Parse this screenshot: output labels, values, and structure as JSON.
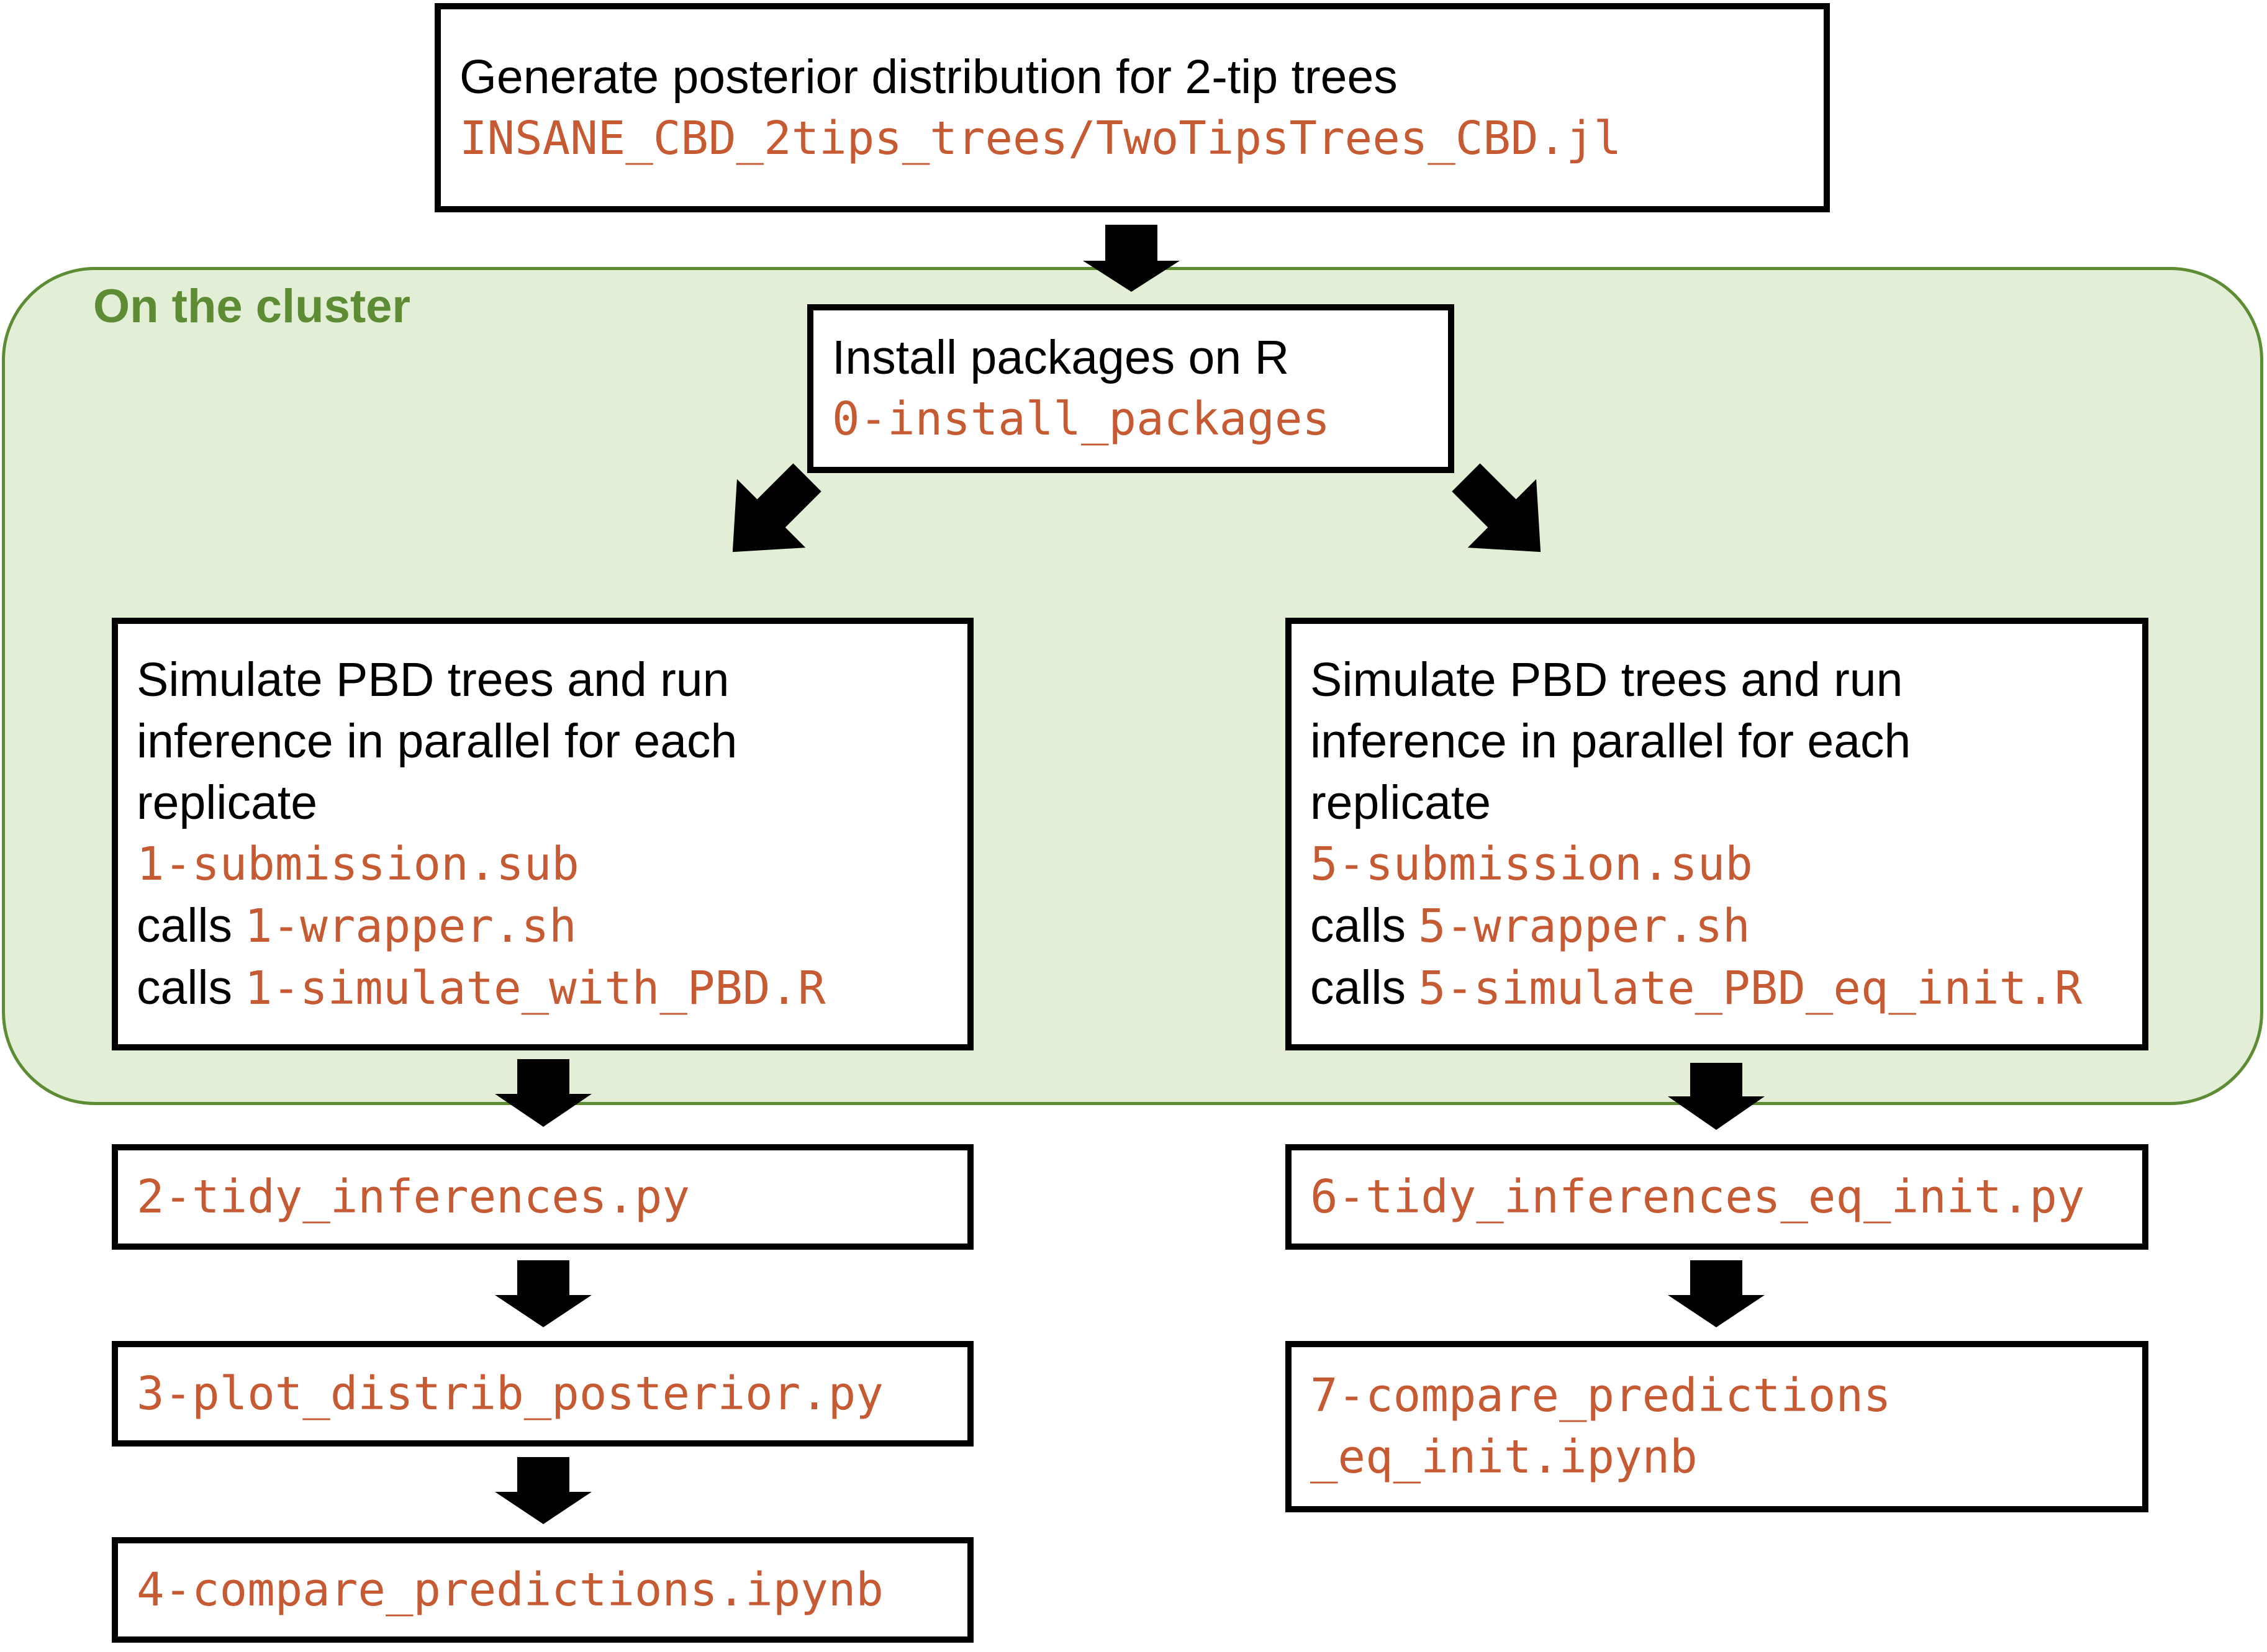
{
  "cluster": {
    "label": "On the cluster",
    "fill_color": "#e3eed6",
    "border_color": "#5e8c34"
  },
  "colors": {
    "code_text": "#c55a33",
    "box_border": "#000000",
    "arrow": "#000000"
  },
  "steps": {
    "posterior": {
      "description": "Generate posterior distribution for 2-tip trees",
      "script": "INSANE_CBD_2tips_trees/TwoTipsTrees_CBD.jl"
    },
    "install": {
      "description": "Install packages on R",
      "script": "0-install_packages"
    },
    "simulate_left": {
      "description_lines": [
        "Simulate PBD trees and run",
        "inference in parallel for each",
        "replicate"
      ],
      "script": "1-submission.sub",
      "calls_word": "calls",
      "call_1": "1-wrapper.sh",
      "call_2": "1-simulate_with_PBD.R"
    },
    "simulate_right": {
      "description_lines": [
        "Simulate PBD trees and run",
        "inference in parallel for each",
        "replicate"
      ],
      "script": "5-submission.sub",
      "calls_word": "calls",
      "call_1": "5-wrapper.sh",
      "call_2": "5-simulate_PBD_eq_init.R"
    },
    "tidy_left": {
      "script": "2-tidy_inferences.py"
    },
    "plot_left": {
      "script": "3-plot_distrib_posterior.py"
    },
    "compare_left": {
      "script": "4-compare_predictions.ipynb"
    },
    "tidy_right": {
      "script": "6-tidy_inferences_eq_init.py"
    },
    "compare_right": {
      "script_lines": [
        "7-compare_predictions",
        "_eq_init.ipynb"
      ]
    }
  }
}
